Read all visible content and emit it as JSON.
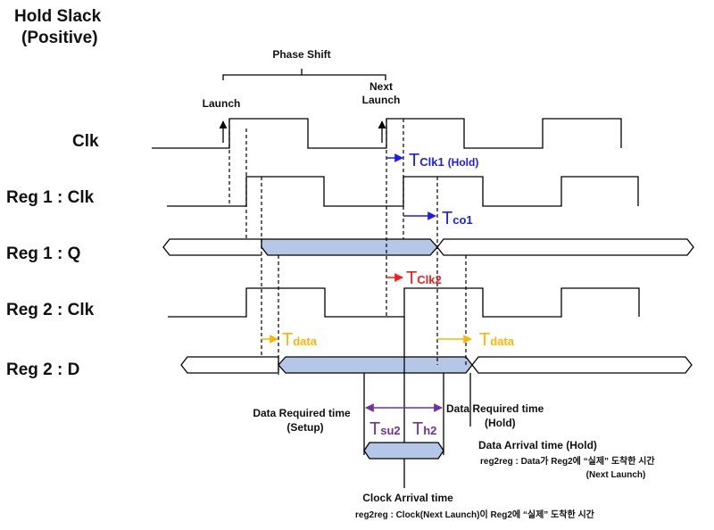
{
  "title": {
    "line1": "Hold Slack",
    "line2": "(Positive)"
  },
  "phase_shift": "Phase Shift",
  "launch": "Launch",
  "next_launch": {
    "line1": "Next",
    "line2": "Launch"
  },
  "signals": {
    "clk": "Clk",
    "reg1_clk": "Reg 1 : Clk",
    "reg1_q": "Reg 1 : Q",
    "reg2_clk": "Reg 2 : Clk",
    "reg2_d": "Reg 2 : D"
  },
  "timing": {
    "tclk1_main": "T",
    "tclk1_sub": "Clk1",
    "tclk1_note": "(Hold)",
    "tco1_main": "T",
    "tco1_sub": "co1",
    "tclk2_main": "T",
    "tclk2_sub": "Clk2",
    "tdata_main": "T",
    "tdata_sub": "data",
    "tsu2_main": "T",
    "tsu2_sub": "su2",
    "th2_main": "T",
    "th2_sub": "h2"
  },
  "annotations": {
    "data_required_setup": {
      "line1": "Data Required time",
      "line2": "(Setup)"
    },
    "data_required_hold": {
      "line1": "Data Required time",
      "line2": "(Hold)"
    },
    "data_arrival": {
      "title": "Data Arrival time (Hold)",
      "line1": "reg2reg : Data가 Reg2에 “실제” 도착한 시간",
      "line2": "(Next Launch)"
    },
    "clock_arrival": {
      "title": "Clock Arrival time",
      "line1": "reg2reg : Clock(Next Launch)이 Reg2에 “실제” 도착한 시간"
    }
  },
  "colors": {
    "tclk1": "#1a1aff",
    "tco1": "#1a1aff",
    "tclk2": "#ff1a1a",
    "tdata": "#ffb400",
    "setup_hold": "#7030a0",
    "bus_fill": "#b4c7e7"
  }
}
